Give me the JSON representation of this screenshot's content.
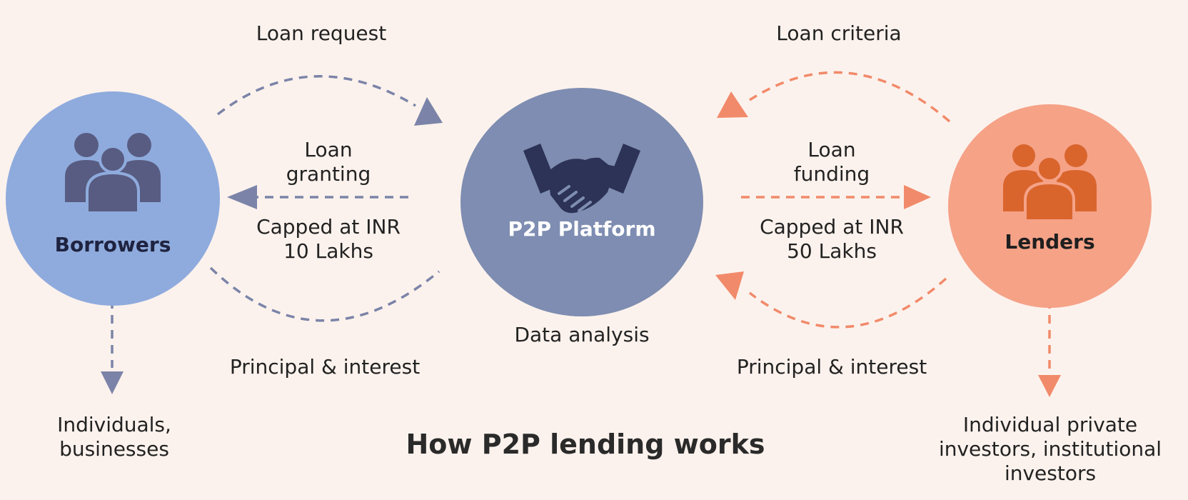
{
  "title": "How P2P lending works",
  "nodes": {
    "borrowers": {
      "label": "Borrowers",
      "description": "Individuals, businesses"
    },
    "platform": {
      "label": "P2P Platform",
      "description": "Data analysis"
    },
    "lenders": {
      "label": "Lenders",
      "description": "Individual private investors, institutional investors"
    }
  },
  "flows": {
    "loan_request": "Loan request",
    "loan_granting": "Loan granting",
    "borrower_cap": "Capped at INR 10 Lakhs",
    "borrower_repayment": "Principal & interest",
    "loan_criteria": "Loan criteria",
    "loan_funding": "Loan funding",
    "lender_cap": "Capped at INR 50 Lakhs",
    "lender_repayment": "Principal & interest"
  },
  "colors": {
    "background": "#fcf2ed",
    "borrowers_fill": "#8fabdd",
    "borrowers_icon": "#585c82",
    "platform_fill": "#7e8db1",
    "platform_icon": "#2c3356",
    "lenders_fill": "#f5a287",
    "lenders_icon": "#d9652d",
    "borrower_arrow": "#7b84a8",
    "lender_arrow": "#f18a6a"
  }
}
